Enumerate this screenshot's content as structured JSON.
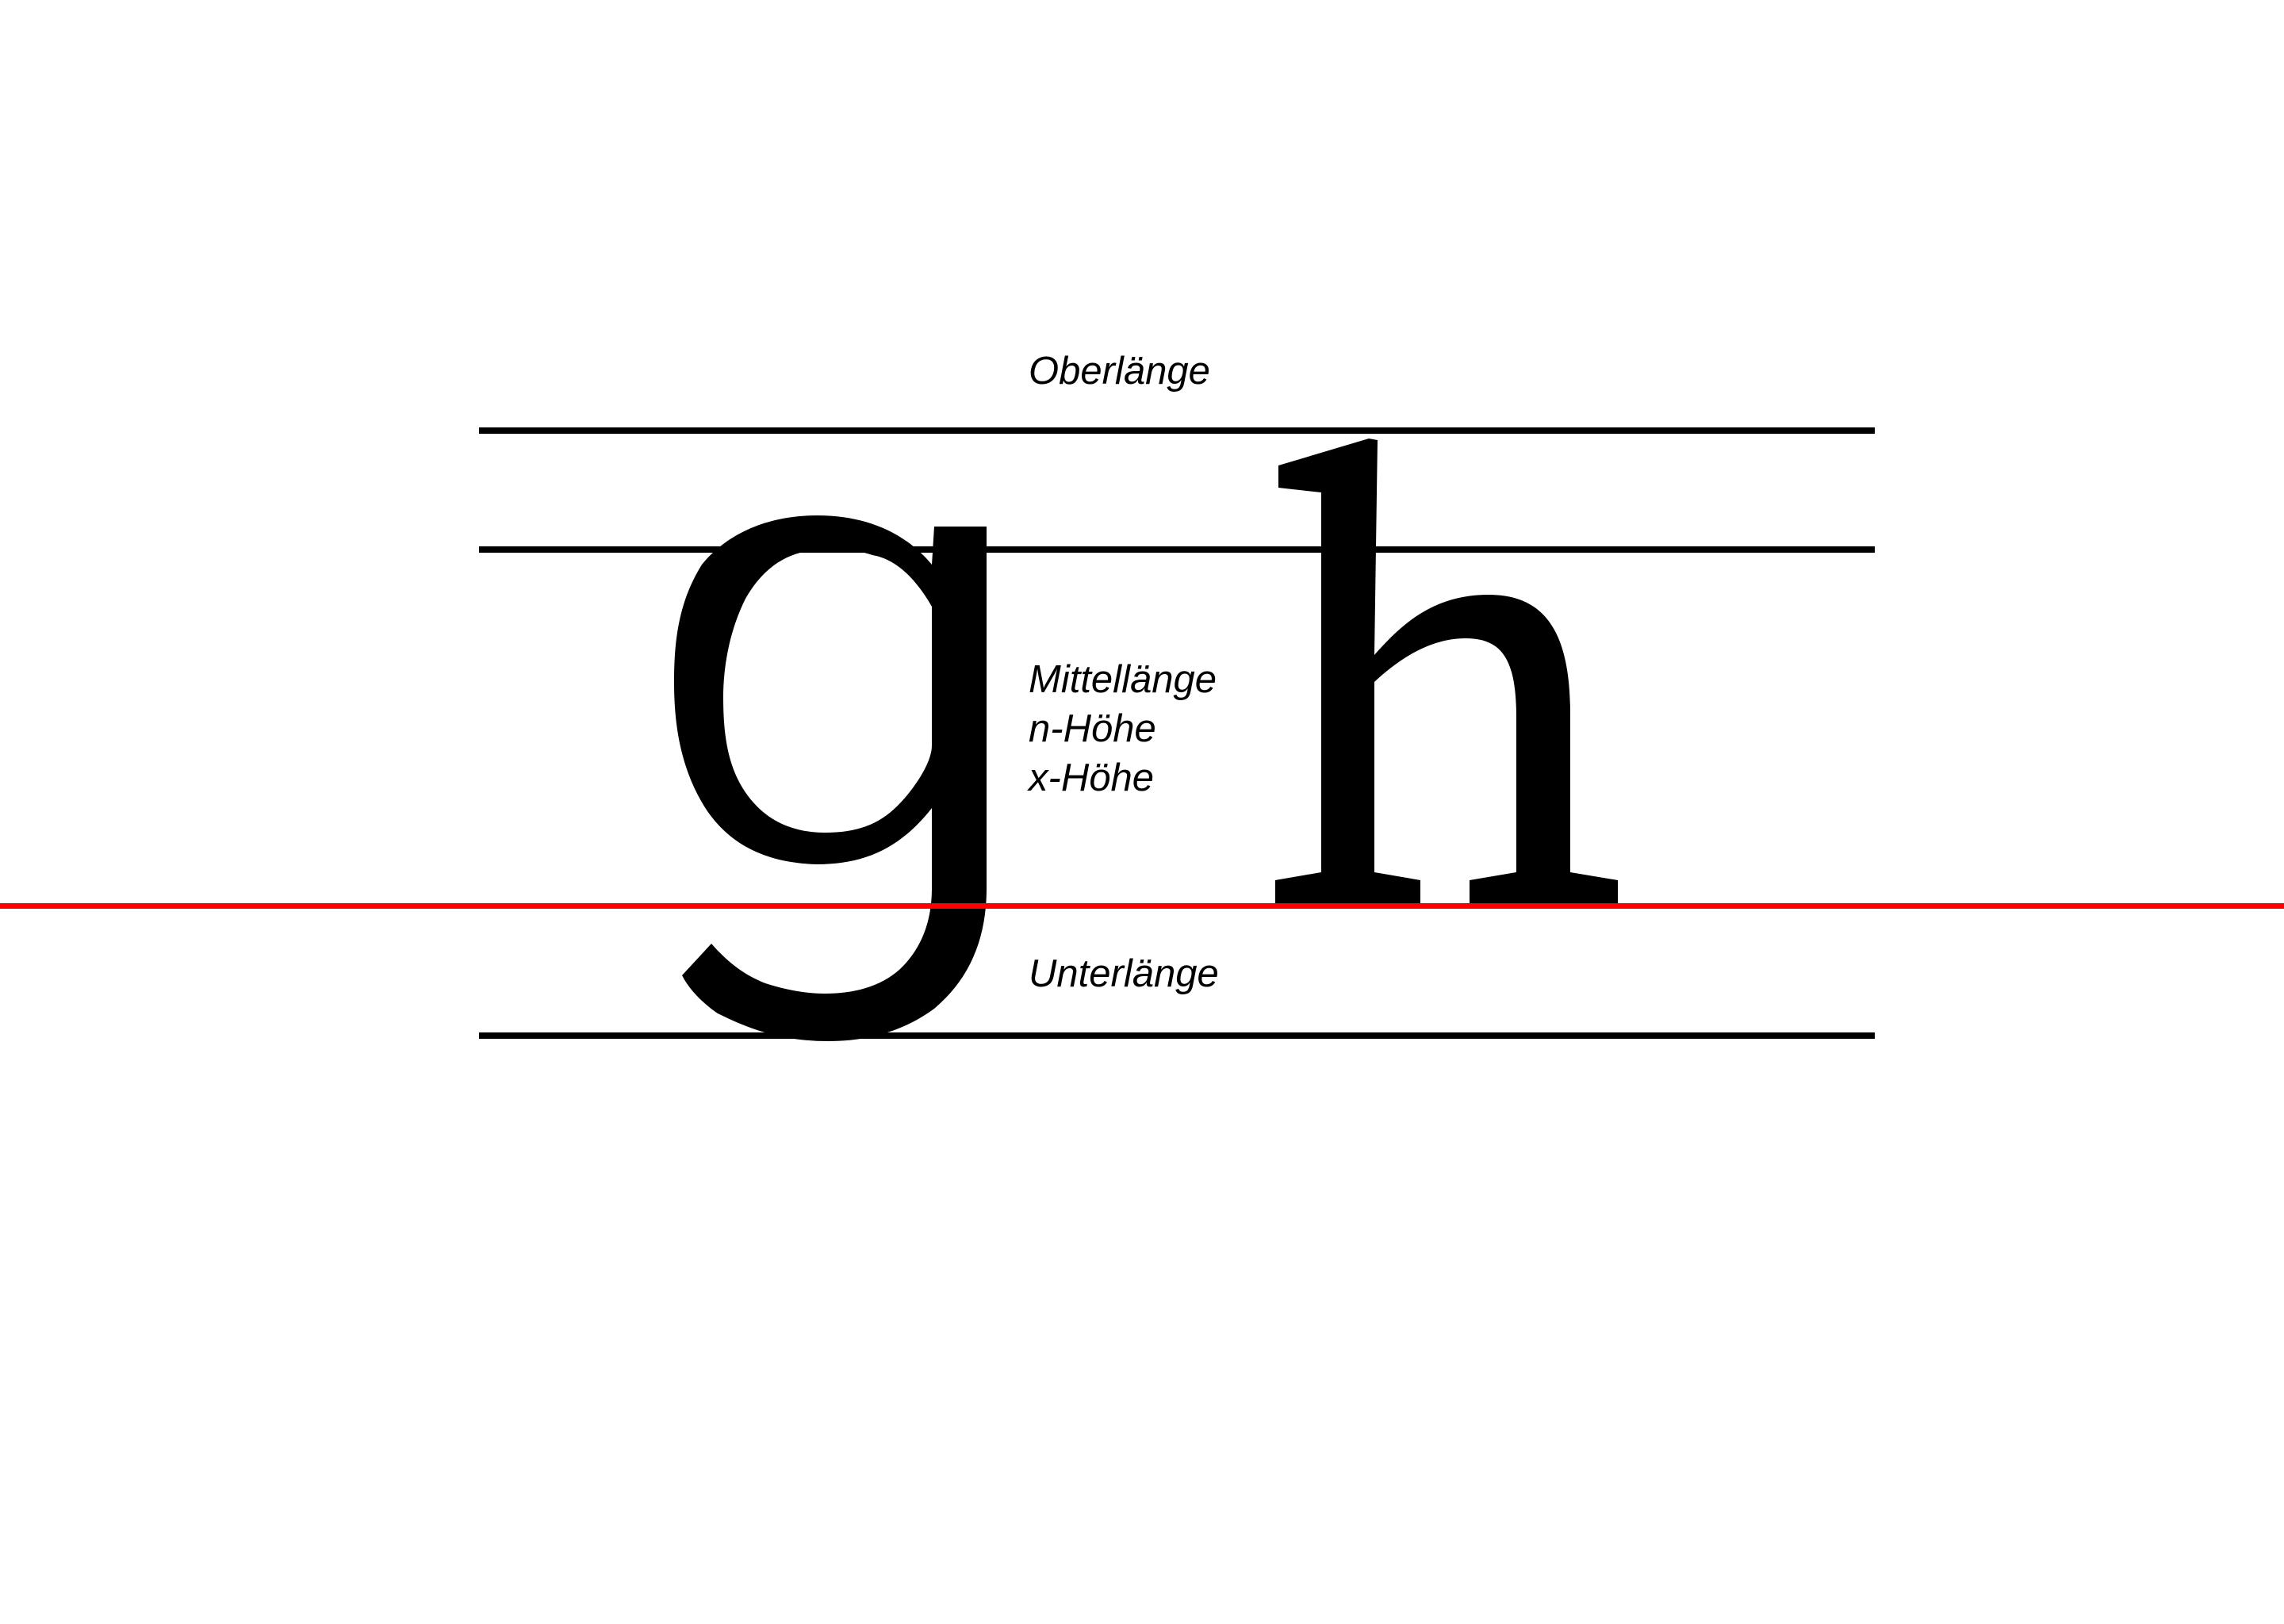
{
  "labels": {
    "ascender": "Oberlänge",
    "xheight": [
      "Mittellänge",
      "n-Höhe",
      "x-Höhe"
    ],
    "descender": "Unterlänge"
  },
  "letters": [
    "g",
    "h"
  ],
  "colors": {
    "guides": "#000000",
    "baseline": "#ff0000",
    "glyphs": "#000000",
    "background": "#ffffff"
  }
}
